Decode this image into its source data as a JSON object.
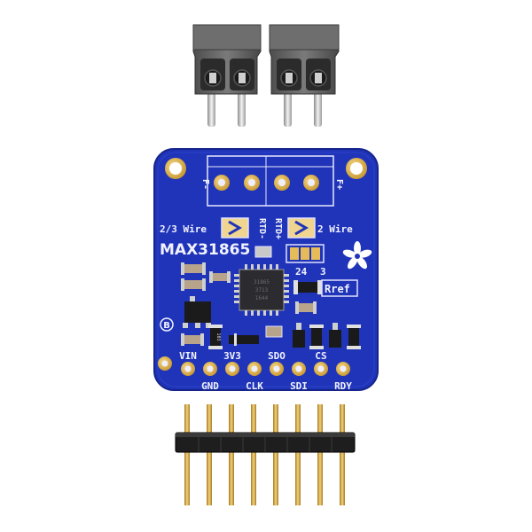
{
  "board": {
    "part_number": "MAX31865",
    "wire_mode_left": "2/3 Wire",
    "wire_mode_right": "2 Wire",
    "jumper_24": "24",
    "jumper_3": "3",
    "rref_label": "Rref",
    "terminal_labels": {
      "f_minus": "F-",
      "rtd_minus": "RTD-",
      "rtd_plus": "RTD+",
      "f_plus": "F+"
    },
    "chip_marking": [
      "31865",
      "3713",
      "1644"
    ],
    "resistor_code": "103",
    "pins_top": [
      "VIN",
      "3V3",
      "SDO",
      "CS"
    ],
    "pins_bottom": [
      "GND",
      "CLK",
      "SDI",
      "RDY"
    ],
    "b_mark": "B"
  },
  "colors": {
    "pcb_blue": "#1f34b8",
    "silkscreen": "#f2f2ff",
    "gold": "#e2b24a",
    "terminal_gray": "#5f5f5f",
    "header_black": "#1e1e1e"
  }
}
